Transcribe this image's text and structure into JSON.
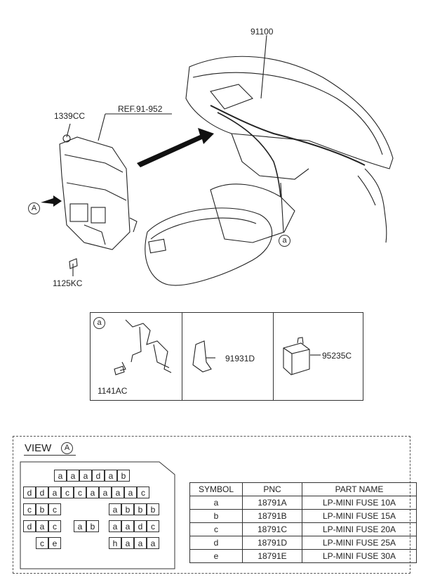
{
  "main": {
    "callouts": {
      "harness": "91100",
      "ref": "REF.91-952",
      "nut": "1339CC",
      "bolt": "1125KC",
      "view_marker": "A",
      "detail_marker": "a"
    }
  },
  "detail_panel": {
    "marker": "a",
    "bolt": "1141AC",
    "bracket": "91931D",
    "relay": "95235C"
  },
  "view": {
    "label": "VIEW",
    "marker": "A",
    "fuses": {
      "row1": [
        "a",
        "a",
        "a",
        "d",
        "a",
        "b"
      ],
      "row2": [
        "d",
        "d",
        "a",
        "c",
        "c",
        "a",
        "a",
        "a",
        "a",
        "c"
      ],
      "row3_left": [
        "c",
        "b",
        "c"
      ],
      "row3_right": [
        "a",
        "b",
        "b",
        "b"
      ],
      "row4_left": [
        "d",
        "a",
        "c"
      ],
      "row4_mid": [
        "a",
        "b"
      ],
      "row4_right": [
        "a",
        "a",
        "d",
        "c"
      ],
      "row5_left": [
        "c",
        "e"
      ],
      "row5_right": [
        "h",
        "a",
        "a",
        "a"
      ]
    },
    "table": {
      "headers": [
        "SYMBOL",
        "PNC",
        "PART NAME"
      ],
      "rows": [
        [
          "a",
          "18791A",
          "LP-MINI FUSE 10A"
        ],
        [
          "b",
          "18791B",
          "LP-MINI FUSE 15A"
        ],
        [
          "c",
          "18791C",
          "LP-MINI FUSE 20A"
        ],
        [
          "d",
          "18791D",
          "LP-MINI FUSE 25A"
        ],
        [
          "e",
          "18791E",
          "LP-MINI FUSE 30A"
        ]
      ]
    }
  }
}
